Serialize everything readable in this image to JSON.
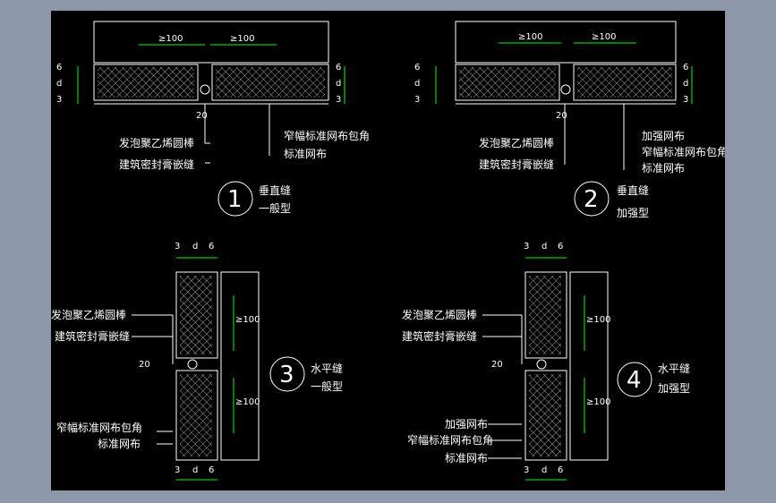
{
  "dims": {
    "ge100": "≥100",
    "three": "3",
    "d": "d",
    "six": "6",
    "twenty": "20"
  },
  "labels": {
    "foam_rod": "发泡聚乙烯圆棒",
    "sealant": "建筑密封膏嵌缝",
    "narrow_mesh_wrap": "窄幅标准网布包角",
    "std_mesh": "标准网布",
    "reinforced_mesh": "加强网布"
  },
  "details": [
    {
      "number": "1",
      "title1": "垂直缝",
      "title2": "一般型"
    },
    {
      "number": "2",
      "title1": "垂直缝",
      "title2": "加强型"
    },
    {
      "number": "3",
      "title1": "水平缝",
      "title2": "一般型"
    },
    {
      "number": "4",
      "title1": "水平缝",
      "title2": "加强型"
    }
  ],
  "colors": {
    "background": "#000000",
    "frame": "#8c97a9",
    "dimension": "#00ff00",
    "line": "#ffffff"
  }
}
